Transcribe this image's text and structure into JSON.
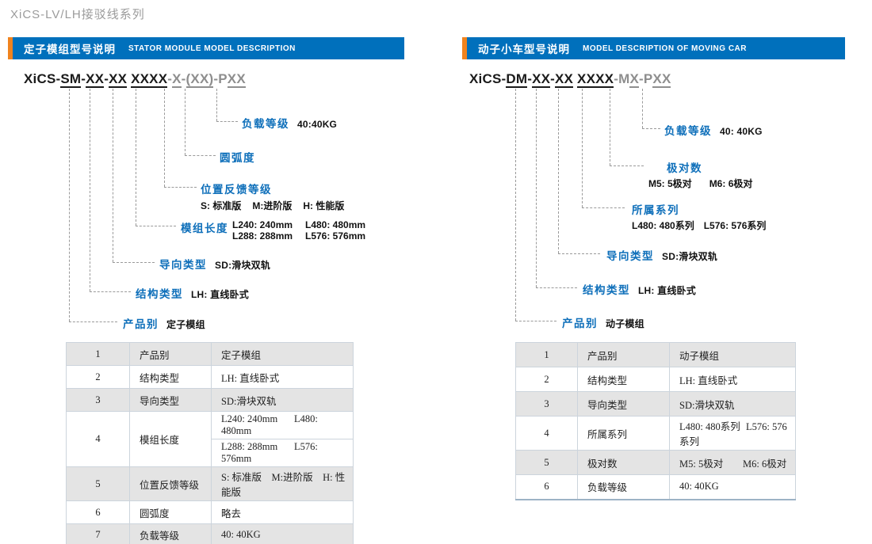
{
  "page": {
    "title": "XiCS-LV/LH接驳线系列"
  },
  "colors": {
    "bar_blue": "#0070BC",
    "accent_orange": "#F0831E",
    "label_blue": "#0E6FBA",
    "code_gray": "#8E8E8E",
    "table_row_gray": "#E4E4E4"
  },
  "left": {
    "header": {
      "cn": "定子模组型号说明",
      "en": "STATOR MODULE MODEL DESCRIPTION"
    },
    "code": [
      {
        "t": "XiCS-"
      },
      {
        "t": "SM",
        "u": true
      },
      {
        "t": "-"
      },
      {
        "t": "XX",
        "u": true
      },
      {
        "t": "-"
      },
      {
        "t": "XX",
        "u": true
      },
      {
        "t": " "
      },
      {
        "t": "XXXX",
        "u": true
      },
      {
        "t": "-",
        "g": true
      },
      {
        "t": "X",
        "u": true,
        "g": true
      },
      {
        "t": "-",
        "g": true
      },
      {
        "t": "(XX)",
        "u": true,
        "g": true
      },
      {
        "t": "-",
        "g": true
      },
      {
        "t": "P",
        "g": true
      },
      {
        "t": "XX",
        "u": true,
        "g": true
      }
    ],
    "labels": [
      {
        "title": "负载等级",
        "value": "40:40KG"
      },
      {
        "title": "圆弧度"
      },
      {
        "title": "位置反馈等级",
        "subs": [
          "S: 标准版",
          "M:进阶版",
          "H: 性能版"
        ]
      },
      {
        "title": "模组长度",
        "values": [
          "L240: 240mm",
          "L480: 480mm",
          "L288: 288mm",
          "L576: 576mm"
        ]
      },
      {
        "title": "导向类型",
        "value": "SD:滑块双轨"
      },
      {
        "title": "结构类型",
        "value": "LH: 直线卧式"
      },
      {
        "title": "产品别",
        "value": "定子模组"
      }
    ],
    "table": {
      "rows": [
        {
          "num": "1",
          "name": "产品别",
          "value": "定子模组"
        },
        {
          "num": "2",
          "name": "结构类型",
          "value": "LH: 直线卧式"
        },
        {
          "num": "3",
          "name": "导向类型",
          "value": "SD:滑块双轨"
        },
        {
          "num": "4",
          "name": "模组长度",
          "sub1": [
            "L240: 240mm",
            "L480: 480mm"
          ],
          "sub2": [
            "L288: 288mm",
            "L576: 576mm"
          ]
        },
        {
          "num": "5",
          "name": "位置反馈等级",
          "value": "S: 标准版　M:进阶版　H: 性能版"
        },
        {
          "num": "6",
          "name": "圆弧度",
          "value": "略去"
        },
        {
          "num": "7",
          "name": "负载等级",
          "value": "40: 40KG"
        }
      ]
    }
  },
  "right": {
    "header": {
      "cn": "动子小车型号说明",
      "en": "MODEL DESCRIPTION OF MOVING CAR"
    },
    "code": [
      {
        "t": "XiCS-"
      },
      {
        "t": "DM",
        "u": true
      },
      {
        "t": "-"
      },
      {
        "t": "XX",
        "u": true
      },
      {
        "t": "-"
      },
      {
        "t": "XX",
        "u": true
      },
      {
        "t": " "
      },
      {
        "t": "XXXX",
        "u": true
      },
      {
        "t": "-",
        "g": true
      },
      {
        "t": "M",
        "g": true
      },
      {
        "t": "X",
        "u": true,
        "g": true
      },
      {
        "t": "-",
        "g": true
      },
      {
        "t": "P",
        "g": true
      },
      {
        "t": "XX",
        "u": true,
        "g": true
      }
    ],
    "labels": [
      {
        "title": "负载等级",
        "value": "40: 40KG"
      },
      {
        "title": "极对数",
        "subs": [
          "M5: 5极对",
          "M6: 6极对"
        ]
      },
      {
        "title": "所属系列",
        "subs": [
          "L480: 480系列",
          "L576: 576系列"
        ]
      },
      {
        "title": "导向类型",
        "value": "SD:滑块双轨"
      },
      {
        "title": "结构类型",
        "value": "LH: 直线卧式"
      },
      {
        "title": "产品别",
        "value": "动子模组"
      }
    ],
    "table": {
      "rows": [
        {
          "num": "1",
          "name": "产品别",
          "value": "动子模组"
        },
        {
          "num": "2",
          "name": "结构类型",
          "value": "LH: 直线卧式"
        },
        {
          "num": "3",
          "name": "导向类型",
          "value": "SD:滑块双轨"
        },
        {
          "num": "4",
          "name": "所属系列",
          "v1": "L480: 480系列",
          "v2": "L576: 576系列"
        },
        {
          "num": "5",
          "name": "极对数",
          "v1": "M5: 5极对",
          "v2": "M6: 6极对"
        },
        {
          "num": "6",
          "name": "负载等级",
          "value": "40: 40KG"
        }
      ]
    }
  }
}
